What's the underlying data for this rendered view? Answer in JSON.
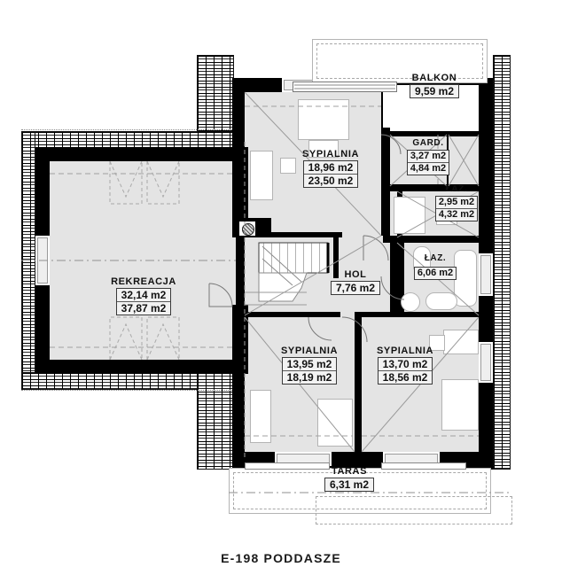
{
  "drawing": {
    "caption": "E-198 PODDASZE",
    "type": "architectural-floor-plan",
    "level": "poddasze (attic floor)",
    "project_code": "E-198",
    "units": "m2",
    "colors": {
      "wall": "#000000",
      "room_fill": "#e4e4e4",
      "background": "#ffffff",
      "label_box": "#f2f2f2",
      "hatch": "#000000"
    }
  },
  "rooms": [
    {
      "id": "balkon",
      "name": "BALKON",
      "area_primary": "9,59 m2",
      "area_secondary": null
    },
    {
      "id": "sypialnia_1",
      "name": "SYPIALNIA",
      "area_primary": "18,96 m2",
      "area_secondary": "23,50 m2"
    },
    {
      "id": "gard",
      "name": "GARD.",
      "area_primary": "3,27 m2",
      "area_secondary": "4,84 m2"
    },
    {
      "id": "laz_1",
      "name": "ŁAZ.",
      "area_primary": "2,95 m2",
      "area_secondary": "4,32 m2"
    },
    {
      "id": "laz_2",
      "name": "ŁAZ.",
      "area_primary": "6,06 m2",
      "area_secondary": null
    },
    {
      "id": "rekreacja",
      "name": "REKREACJA",
      "area_primary": "32,14 m2",
      "area_secondary": "37,87 m2"
    },
    {
      "id": "hol",
      "name": "HOL",
      "area_primary": "7,76 m2",
      "area_secondary": null
    },
    {
      "id": "sypialnia_2",
      "name": "SYPIALNIA",
      "area_primary": "13,95 m2",
      "area_secondary": "18,19 m2"
    },
    {
      "id": "sypialnia_3",
      "name": "SYPIALNIA",
      "area_primary": "13,70 m2",
      "area_secondary": "18,56 m2"
    },
    {
      "id": "taras",
      "name": "TARAS",
      "area_primary": "6,31 m2",
      "area_secondary": null
    }
  ],
  "fixtures": [
    "bed-top",
    "bed-lower-left",
    "bed-lower-right",
    "wardrobe-gard",
    "toilet",
    "bathtub",
    "shower-tray",
    "washbasin",
    "washing-machine",
    "staircase",
    "chimney"
  ]
}
